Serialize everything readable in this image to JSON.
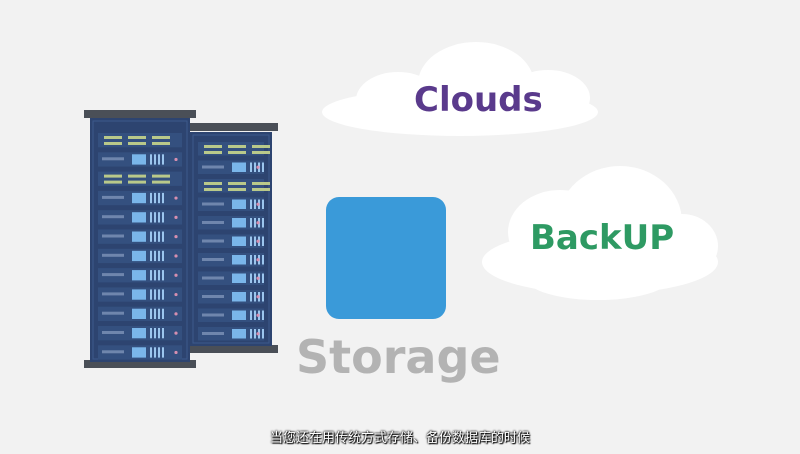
{
  "labels": {
    "clouds": "Clouds",
    "backup": "BackUP",
    "storage": "Storage"
  },
  "subtitle": "当您还在用传统方式存储、备份数据库的时候",
  "colors": {
    "background": "#f2f2f2",
    "cloud_fill": "#ffffff",
    "clouds_text": "#5a3a8c",
    "backup_text": "#2e9a63",
    "storage_box": "#3a9ad9",
    "storage_text": "#b3b3b3",
    "rack_body": "#2d4470",
    "rack_frame": "#4a4f57",
    "unit_light": "#7ab6ea"
  },
  "icons": {
    "server_racks": "server-rack-icon",
    "storage": "storage-box-icon",
    "clouds": "cloud-icon",
    "backup": "cloud-icon"
  }
}
